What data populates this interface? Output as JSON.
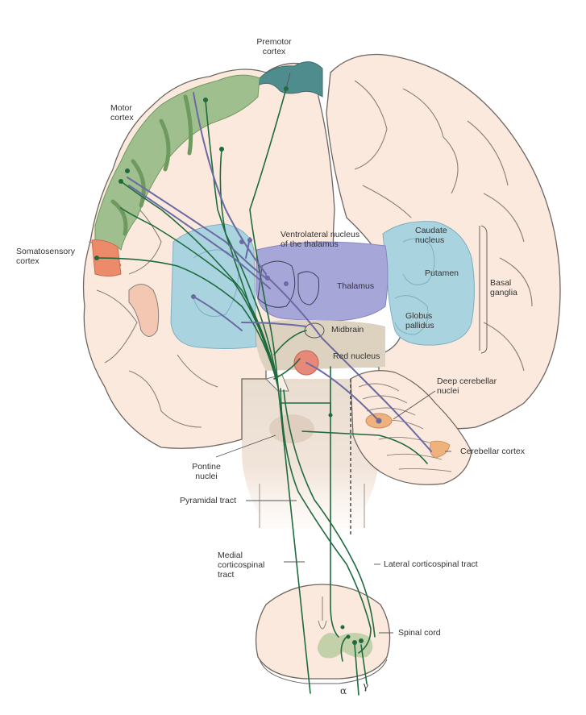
{
  "colors": {
    "tissue": "#fbe9dd",
    "tissue_outline": "#6e6660",
    "motor_cortex": "#9fbf8e",
    "motor_cortex_dark": "#6f9a5f",
    "premotor_cortex": "#4f8c8e",
    "somatosensory_cortex": "#ec8b6a",
    "basal_ganglia": "#a9d3df",
    "thalamus": "#a7a6d8",
    "midbrain": "#ddd2c0",
    "red_nucleus": "#e88878",
    "deep_cerebellar": "#f0b27c",
    "spinal_gray": "#b9cda1",
    "tract_green": "#1f6b3e",
    "tract_purple": "#6b6aa5"
  },
  "labels": {
    "premotor": "Premotor\ncortex",
    "motor": "Motor\ncortex",
    "somatosensory": "Somatosensory\ncortex",
    "ventrolateral": "Ventrolateral nucleus\nof the thalamus",
    "thalamus": "Thalamus",
    "midbrain": "Midbrain",
    "red_nucleus": "Red nucleus",
    "caudate": "Caudate\nnucleus",
    "putamen": "Putamen",
    "globus_pallidus": "Globus\npallidus",
    "basal_ganglia": "Basal\nganglia",
    "deep_cerebellar": "Deep cerebellar\nnuclei",
    "cerebellar_cortex": "Cerebellar cortex",
    "pontine": "Pontine\nnuclei",
    "pyramidal": "Pyramidal tract",
    "medial_cst": "Medial\ncorticospinal\ntract",
    "lateral_cst": "Lateral corticospinal tract",
    "spinal_cord": "Spinal cord",
    "alpha": "α",
    "gamma": "γ"
  }
}
